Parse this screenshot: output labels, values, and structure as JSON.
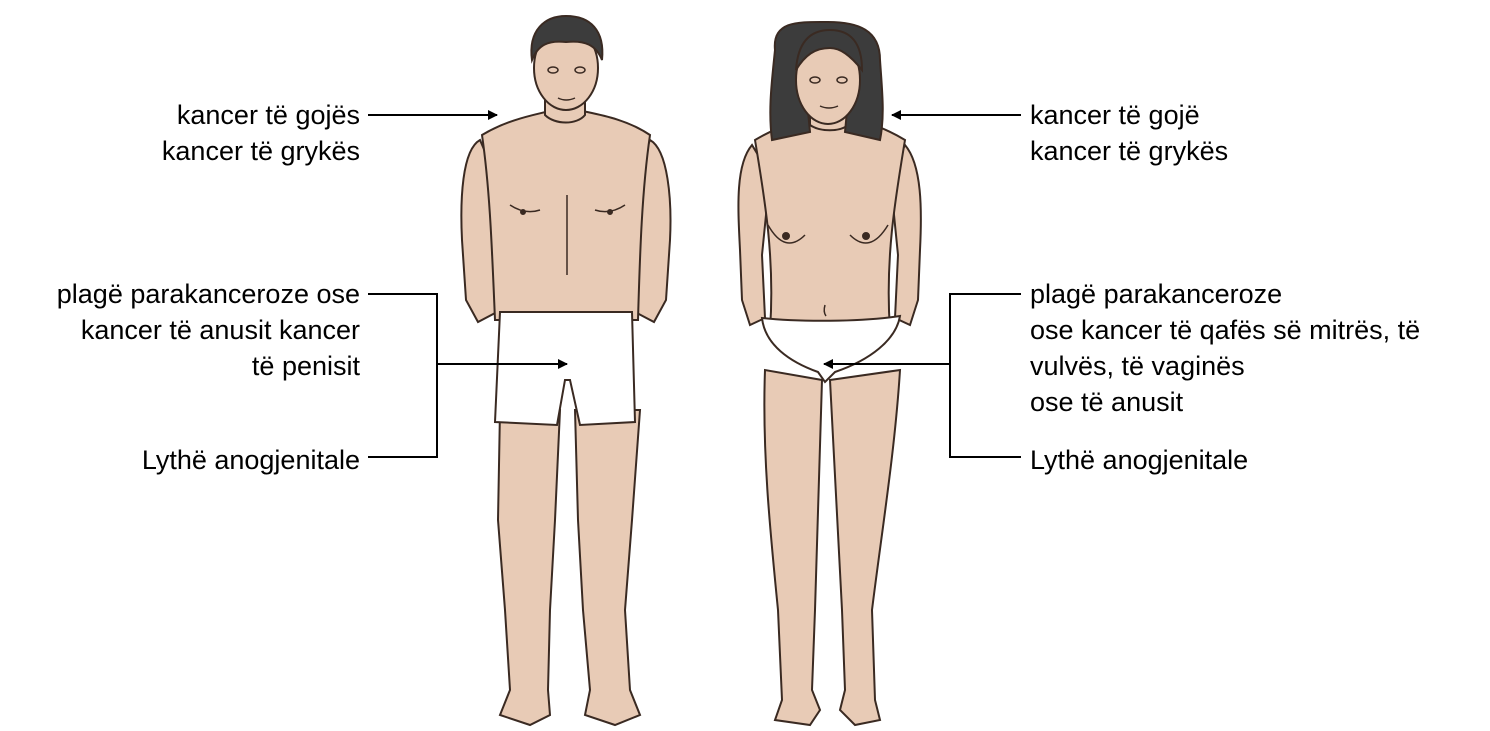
{
  "male": {
    "mouth_throat": [
      "kancer të gojës",
      "kancer të grykës"
    ],
    "genital": [
      "plagë parakanceroze ose",
      "kancer të anusit kancer",
      "të penisit"
    ],
    "warts": "Lythë anogjenitale"
  },
  "female": {
    "mouth_throat": [
      "kancer të gojë",
      "kancer të grykës"
    ],
    "genital": [
      "plagë parakanceroze",
      "ose kancer të qafës së mitrës, të",
      "vulvës, të vaginës",
      "ose të anusit"
    ],
    "warts": "Lythë anogjenitale"
  },
  "colors": {
    "skin": "#e8cbb6",
    "outline": "#3a2a22",
    "hair": "#3c3c3c",
    "underwear": "#ffffff"
  }
}
